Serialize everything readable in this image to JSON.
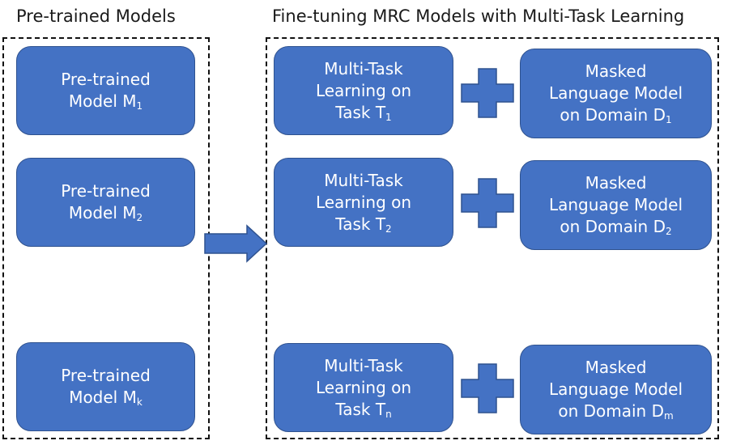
{
  "headings": {
    "left": "Pre-trained Models",
    "right": "Fine-tuning MRC Models with Multi-Task Learning"
  },
  "pretrained_models": [
    {
      "line1": "Pre-",
      "line1b": "trained",
      "line2": "Model M",
      "sub": "1"
    },
    {
      "line1": "Pre-",
      "line1b": "trained",
      "line2": "Model M",
      "sub": "2"
    },
    {
      "line1": "Pre-",
      "line1b": "trained",
      "line2": "Model M",
      "sub": "k"
    }
  ],
  "tasks": [
    {
      "line1": "Multi-Task",
      "line2": "Learning on",
      "line3": "Task T",
      "sub": "1"
    },
    {
      "line1": "Multi-Task",
      "line2": "Learning on",
      "line3": "Task T",
      "sub": "2"
    },
    {
      "line1": "Multi-Task",
      "line2": "Learning on",
      "line3": "Task T",
      "sub": "n"
    }
  ],
  "mlm": [
    {
      "line1": "Masked",
      "line2": "Language Model",
      "line3": "on Domain D",
      "sub": "1"
    },
    {
      "line1": "Masked",
      "line2": "Language Model",
      "line3": "on Domain D",
      "sub": "2"
    },
    {
      "line1": "Masked",
      "line2": "Language Model",
      "line3": "on Domain D",
      "sub": "m"
    }
  ],
  "colors": {
    "box_fill": "#4472c4",
    "box_border": "#2f528f",
    "text": "#ffffff",
    "frame": "#111111"
  }
}
